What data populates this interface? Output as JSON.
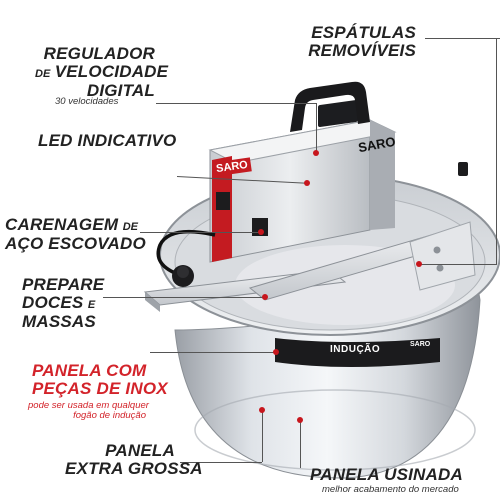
{
  "labels": {
    "speed_regulator": [
      "REGULADOR",
      "DE",
      "VELOCIDADE",
      "DIGITAL"
    ],
    "speed_regulator_sub": "30 velocidades",
    "led": "LED INDICATIVO",
    "housing_line1_a": "CARENAGEM",
    "housing_line1_b": "DE",
    "housing_line2": "AÇO ESCOVADO",
    "prepare": [
      "PREPARE",
      "DOCES",
      "E",
      "MASSAS"
    ],
    "spatulas": [
      "ESPÁTULAS",
      "REMOVÍVEIS"
    ],
    "inox_title": [
      "PANELA COM",
      "PEÇAS DE INOX"
    ],
    "inox_sub": [
      "pode ser usada em qualquer",
      "fogão de indução"
    ],
    "thick": [
      "PANELA",
      "EXTRA GROSSA"
    ],
    "machined": "PANELA USINADA",
    "machined_sub": "melhor acabamento do mercado"
  },
  "product": {
    "brand": "SARO",
    "band_text": "INDUÇÃO",
    "band_brand": "SARO"
  },
  "colors": {
    "accent_red": "#d3232a",
    "text_dark": "#222222",
    "leader_dot": "#c7161d"
  }
}
